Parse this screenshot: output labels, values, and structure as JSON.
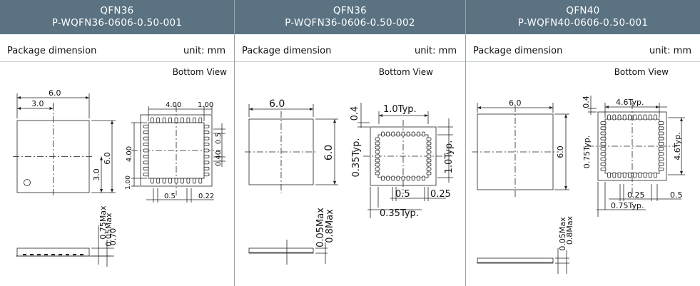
{
  "packages": [
    {
      "name": "QFN36",
      "code": "P-WQFN36-0606-0.50-001",
      "section_label": "Package dimension",
      "unit": "unit: mm",
      "view_label": "Bottom View",
      "dims": {
        "body_w": "6.0",
        "half_w": "3.0",
        "body_h": "6.0",
        "half_h": "3.0",
        "pad_w": "4.00",
        "edge_top": "1.00",
        "pad_h": "4.00",
        "pitch_r": "0.5",
        "pad_len": "0.40",
        "edge_bot": "1.00",
        "pitch_b": "0.5",
        "pad_wid": "0.22",
        "side1": "0.05Max",
        "side2": "0.75Max",
        "side3": "0.70"
      }
    },
    {
      "name": "QFN36",
      "code": "P-WQFN36-0606-0.50-002",
      "section_label": "Package dimension",
      "unit": "unit: mm",
      "view_label": "Bottom View",
      "dims": {
        "body_w": "6.0",
        "body_h": "6.0",
        "edge_top": "0.4",
        "typ_top": "1.0Typ.",
        "typ_right": "1.0Typ.",
        "typ_left": "0.35Typ.",
        "pitch_b": "0.5",
        "pad_wid": "0.25",
        "typ_bot": "0.35Typ.",
        "side1": "0.05Max",
        "side2": "0.8Max"
      }
    },
    {
      "name": "QFN40",
      "code": "P-WQFN40-0606-0.50-001",
      "section_label": "Package dimension",
      "unit": "unit: mm",
      "view_label": "Bottom View",
      "dims": {
        "body_w": "6.0",
        "body_h": "6.0",
        "edge_top": "0.4",
        "typ_top": "4.6Typ.",
        "typ_right": "4.6Typ.",
        "typ_left": "0.75Typ.",
        "pad_wid": "0.25",
        "pitch_b": "0.5",
        "typ_bot": "0.75Typ.",
        "side1": "0.05Max",
        "side2": "0.8Max"
      }
    }
  ]
}
